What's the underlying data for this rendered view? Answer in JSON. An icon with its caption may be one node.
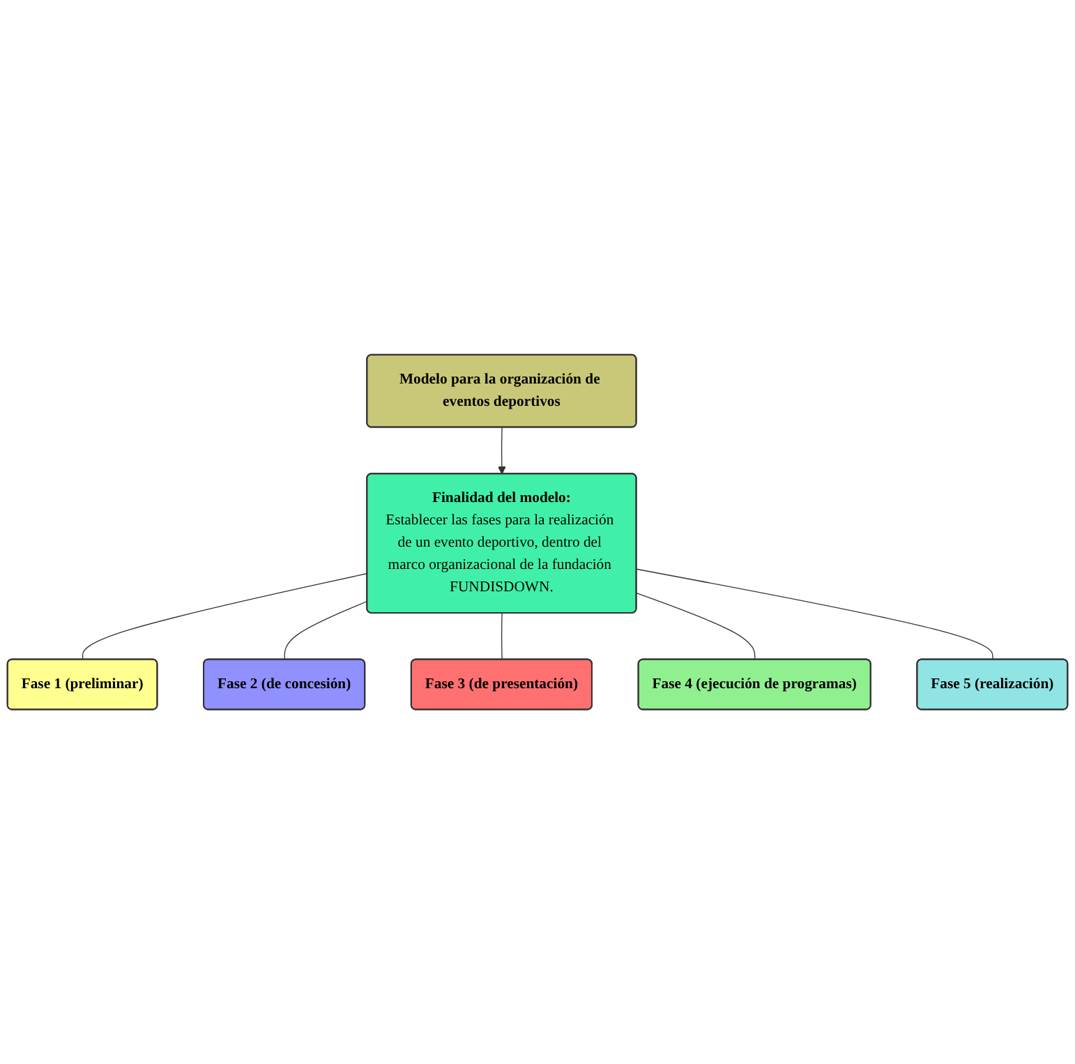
{
  "diagram": {
    "nodes": [
      {
        "text": [
          "Modelo para la organización de eventos deportivos"
        ]
      },
      {
        "text": [
          "Finalidad del modelo:",
          "Establecer las fases para la realización de un evento deportivo, dentro del marco organizacional de la fundación FUNDISDOWN."
        ]
      },
      {
        "text": [
          "Fase 1 (preliminar)"
        ]
      },
      {
        "text": [
          "Fase 2 (de concesión)"
        ]
      },
      {
        "text": [
          "Fase 3 (de presentación)"
        ]
      },
      {
        "text": [
          "Fase 4 (ejecución de programas)"
        ]
      },
      {
        "text": [
          "Fase 5 (realización)"
        ]
      }
    ],
    "edges": [
      {
        "from": 0,
        "to": 1,
        "arrow": "to"
      },
      {
        "from": 1,
        "to": 2,
        "arrow": "none"
      },
      {
        "from": 1,
        "to": 3,
        "arrow": "none"
      },
      {
        "from": 1,
        "to": 4,
        "arrow": "none"
      },
      {
        "from": 1,
        "to": 5,
        "arrow": "none"
      },
      {
        "from": 1,
        "to": 6,
        "arrow": "none"
      }
    ]
  }
}
